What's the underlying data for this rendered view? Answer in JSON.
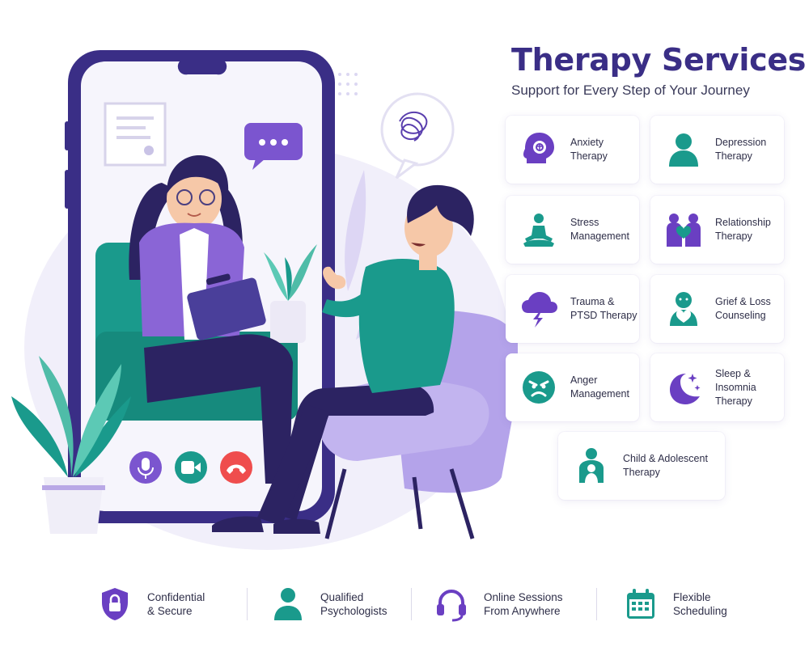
{
  "header": {
    "title": "Therapy Services",
    "subtitle": "Support for Every Step of Your Journey"
  },
  "services": [
    {
      "label": "Anxiety\nTherapy",
      "icon": "head-brain-icon"
    },
    {
      "label": "Depression\nTherapy",
      "icon": "person-icon"
    },
    {
      "label": "Stress\nManagement",
      "icon": "meditation-icon"
    },
    {
      "label": "Relationship\nTherapy",
      "icon": "couple-heart-icon"
    },
    {
      "label": "Trauma &\nPTSD Therapy",
      "icon": "storm-cloud-icon"
    },
    {
      "label": "Grief & Loss\nCounseling",
      "icon": "hugging-heart-icon"
    },
    {
      "label": "Anger\nManagement",
      "icon": "angry-face-icon"
    },
    {
      "label": "Sleep &\nInsomnia\nTherapy",
      "icon": "moon-stars-icon"
    },
    {
      "label": "Child & Adolescent\nTherapy",
      "icon": "parent-child-icon"
    }
  ],
  "features": [
    {
      "label": "Confidential\n& Secure",
      "icon": "shield-lock-icon"
    },
    {
      "label": "Qualified\nPsychologists",
      "icon": "person-icon"
    },
    {
      "label": "Online Sessions\nFrom Anywhere",
      "icon": "headset-icon"
    },
    {
      "label": "Flexible\nScheduling",
      "icon": "calendar-icon"
    }
  ],
  "colors": {
    "primary": "#3a2e86",
    "purple": "#7b55cf",
    "teal": "#1a9a8c",
    "end_call": "#ef4d4d"
  }
}
